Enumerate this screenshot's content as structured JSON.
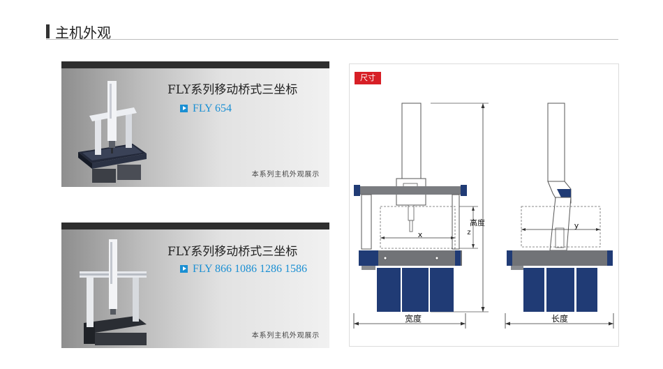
{
  "header": {
    "title": "主机外观"
  },
  "panels": [
    {
      "title": "FLY系列移动桥式三坐标",
      "model": "FLY 654",
      "caption": "本系列主机外观展示"
    },
    {
      "title": "FLY系列移动桥式三坐标",
      "model": "FLY 866 1086 1286 1586",
      "caption": "本系列主机外观展示"
    }
  ],
  "dimension": {
    "tag": "尺寸",
    "labels": {
      "x": "x",
      "y": "y",
      "z": "z",
      "height": "高度",
      "width": "宽度",
      "length": "长度"
    }
  },
  "colors": {
    "navy": "#203b75",
    "accent_blue": "#1a8fd3",
    "tag_red": "#d71f26"
  }
}
